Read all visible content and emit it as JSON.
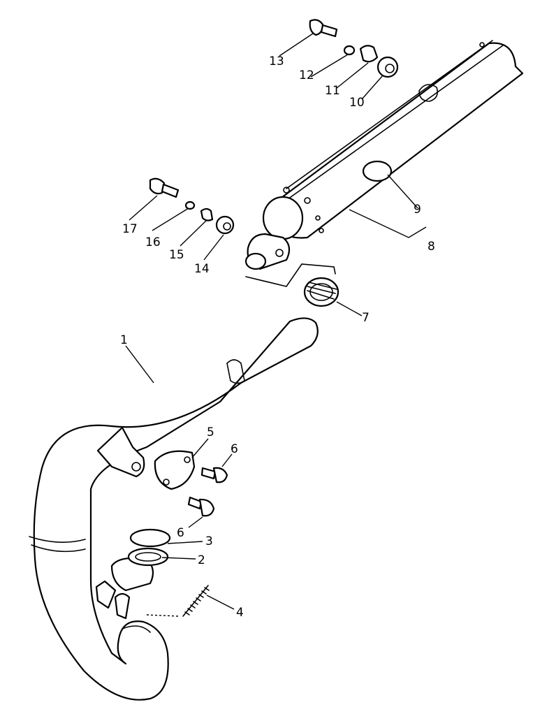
{
  "callouts": [
    {
      "id": "p1",
      "number": "1"
    },
    {
      "id": "p2",
      "number": "2"
    },
    {
      "id": "p3",
      "number": "3"
    },
    {
      "id": "p4",
      "number": "4"
    },
    {
      "id": "p5",
      "number": "5"
    },
    {
      "id": "p6a",
      "number": "6"
    },
    {
      "id": "p6b",
      "number": "6"
    },
    {
      "id": "p7",
      "number": "7"
    },
    {
      "id": "p8",
      "number": "8"
    },
    {
      "id": "p9",
      "number": "9"
    },
    {
      "id": "p10",
      "number": "10"
    },
    {
      "id": "p11",
      "number": "11"
    },
    {
      "id": "p12",
      "number": "12"
    },
    {
      "id": "p13",
      "number": "13"
    },
    {
      "id": "p14",
      "number": "14"
    },
    {
      "id": "p15",
      "number": "15"
    },
    {
      "id": "p16",
      "number": "16"
    },
    {
      "id": "p17",
      "number": "17"
    }
  ]
}
